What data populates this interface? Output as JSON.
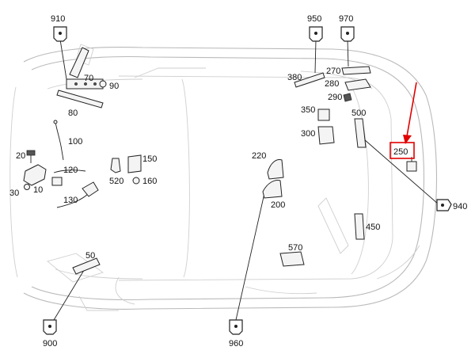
{
  "diagram": {
    "highlight_color": "#e10000",
    "highlighted_label": "250",
    "callouts": [
      {
        "id": "910",
        "text": "910"
      },
      {
        "id": "950",
        "text": "950"
      },
      {
        "id": "970",
        "text": "970"
      },
      {
        "id": "70",
        "text": "70"
      },
      {
        "id": "90",
        "text": "90"
      },
      {
        "id": "80",
        "text": "80"
      },
      {
        "id": "380",
        "text": "380"
      },
      {
        "id": "270",
        "text": "270"
      },
      {
        "id": "280",
        "text": "280"
      },
      {
        "id": "290",
        "text": "290"
      },
      {
        "id": "350",
        "text": "350"
      },
      {
        "id": "500",
        "text": "500"
      },
      {
        "id": "300",
        "text": "300"
      },
      {
        "id": "100",
        "text": "100"
      },
      {
        "id": "20",
        "text": "20"
      },
      {
        "id": "120",
        "text": "120"
      },
      {
        "id": "30",
        "text": "30"
      },
      {
        "id": "10",
        "text": "10"
      },
      {
        "id": "130",
        "text": "130"
      },
      {
        "id": "150",
        "text": "150"
      },
      {
        "id": "520",
        "text": "520"
      },
      {
        "id": "160",
        "text": "160"
      },
      {
        "id": "220",
        "text": "220"
      },
      {
        "id": "200",
        "text": "200"
      },
      {
        "id": "250",
        "text": "250"
      },
      {
        "id": "940",
        "text": "940"
      },
      {
        "id": "450",
        "text": "450"
      },
      {
        "id": "570",
        "text": "570"
      },
      {
        "id": "50",
        "text": "50"
      },
      {
        "id": "900",
        "text": "900"
      },
      {
        "id": "960",
        "text": "960"
      }
    ]
  }
}
